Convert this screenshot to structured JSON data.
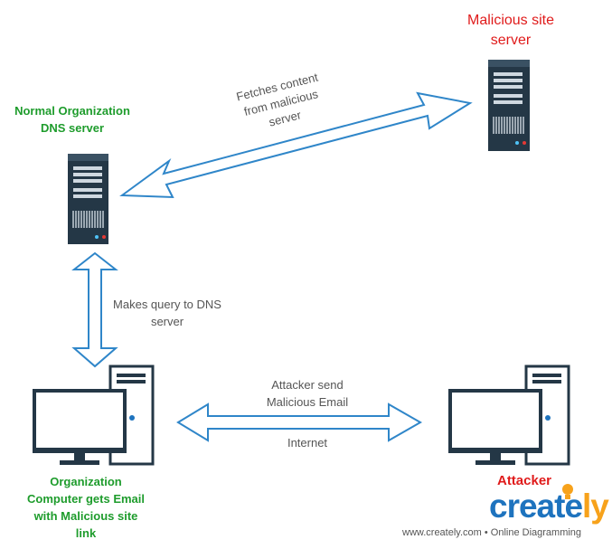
{
  "nodes": {
    "malicious_server": {
      "label_line1": "Malicious site",
      "label_line2": "server"
    },
    "dns_server": {
      "label_line1": "Normal Organization",
      "label_line2": "DNS server"
    },
    "org_computer": {
      "label_lines": [
        "Organization",
        "Computer gets Email",
        "with Malicious site",
        "link"
      ]
    },
    "attacker": {
      "label": "Attacker"
    }
  },
  "edges": {
    "fetch": {
      "lines": [
        "Fetches content",
        "from  malicious",
        "server"
      ]
    },
    "query": {
      "line1": "Makes query to DNS",
      "line2": "server"
    },
    "email": {
      "line1": "Attacker send",
      "line2": "Malicious Email",
      "sub_label": "Internet"
    }
  },
  "branding": {
    "logo_main": "create",
    "logo_accent": "ly",
    "footer": "www.creately.com • Online Diagramming"
  },
  "colors": {
    "node_label_green": "#1e9c2c",
    "node_label_red": "#e01b1b",
    "arrow_stroke": "#2f86c9",
    "server_body": "#243746",
    "monitor_screen": "#ffffff",
    "monitor_frame": "#243746",
    "logo_blue": "#1e73be",
    "logo_bulb": "#f7a21b"
  }
}
